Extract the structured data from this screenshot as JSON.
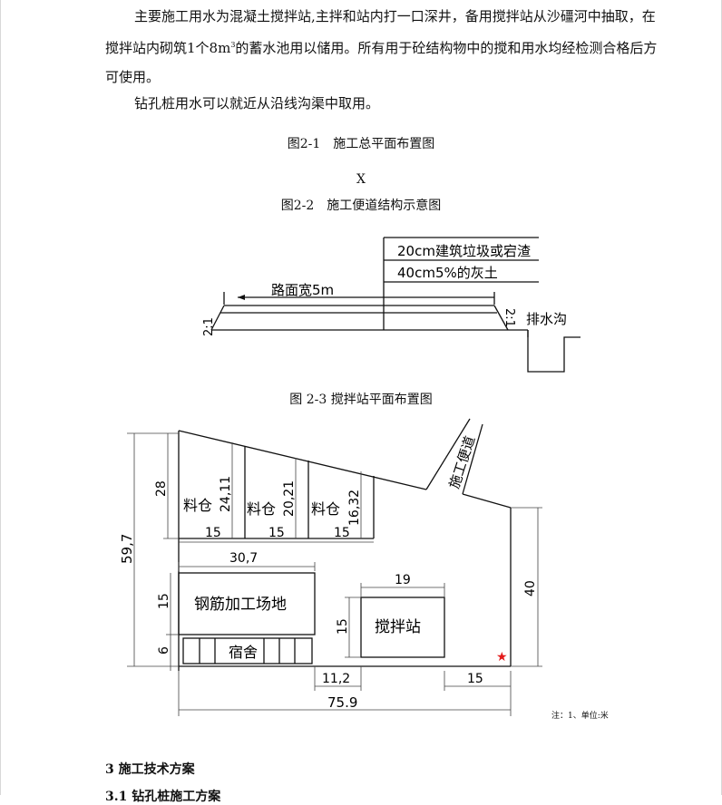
{
  "doc": {
    "para1_a": "主要施工用水为混凝土搅拌站,主拌和站内打一口深井，备用搅拌站从沙礓河中抽取，在搅拌站内砌筑1个8m",
    "para1_sup": "3",
    "para1_b": "的蓄水池用以储用。所有用于砼结构物中的搅和用水均经检测合格后方可使用。",
    "para2": "钻孔桩用水可以就近从沿线沟渠中取用。",
    "fig1_caption": "图2-1　施工总平面布置图",
    "x_mark": "X",
    "fig2_caption": "图2-2　施工便道结构示意图",
    "fig3_caption": "图 2-3 搅拌站平面布置图",
    "section_heading": "3 施工技术方案",
    "subsection_heading": "3.1 钻孔桩施工方案",
    "note": "注：1、单位:米"
  },
  "road": {
    "layer1": "20cm建筑垃圾或宕渣",
    "layer2": "40cm5%的灰土",
    "width_label": "路面宽5m",
    "slope_left": "2:1",
    "slope_right": "2:1",
    "ditch_label": "排水沟"
  },
  "plant": {
    "road_label": "施工便道",
    "bin_label": "料仓",
    "bin_heights": [
      "24,11",
      "20,21",
      "16,32"
    ],
    "bin_widths": [
      "15",
      "15",
      "15"
    ],
    "dim_28": "28",
    "dim_59_7": "59,7",
    "dim_30_7": "30,7",
    "dim_15_rebar": "15",
    "dim_6": "6",
    "rebar_label": "钢筋加工场地",
    "dorm_label": "宿舍",
    "dim_19": "19",
    "dim_15_mixer": "15",
    "mixer_label": "搅拌站",
    "dim_40": "40",
    "dim_11_2": "11,2",
    "dim_15_bottom": "15",
    "dim_75_9": "75.9",
    "star_color": "#e31b1b"
  }
}
